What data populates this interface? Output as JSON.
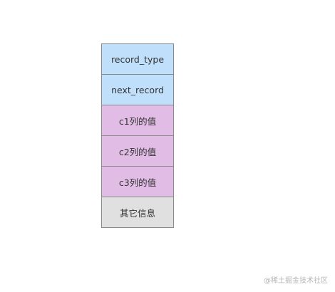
{
  "rows": [
    {
      "label": "record_type",
      "color": "#bfdffb"
    },
    {
      "label": "next_record",
      "color": "#bfdffb"
    },
    {
      "label": "c1列的值",
      "color": "#e1bce5"
    },
    {
      "label": "c2列的值",
      "color": "#e1bce5"
    },
    {
      "label": "c3列的值",
      "color": "#e1bce5"
    },
    {
      "label": "其它信息",
      "color": "#e0e0e0"
    }
  ],
  "watermark": "@稀土掘金技术社区"
}
